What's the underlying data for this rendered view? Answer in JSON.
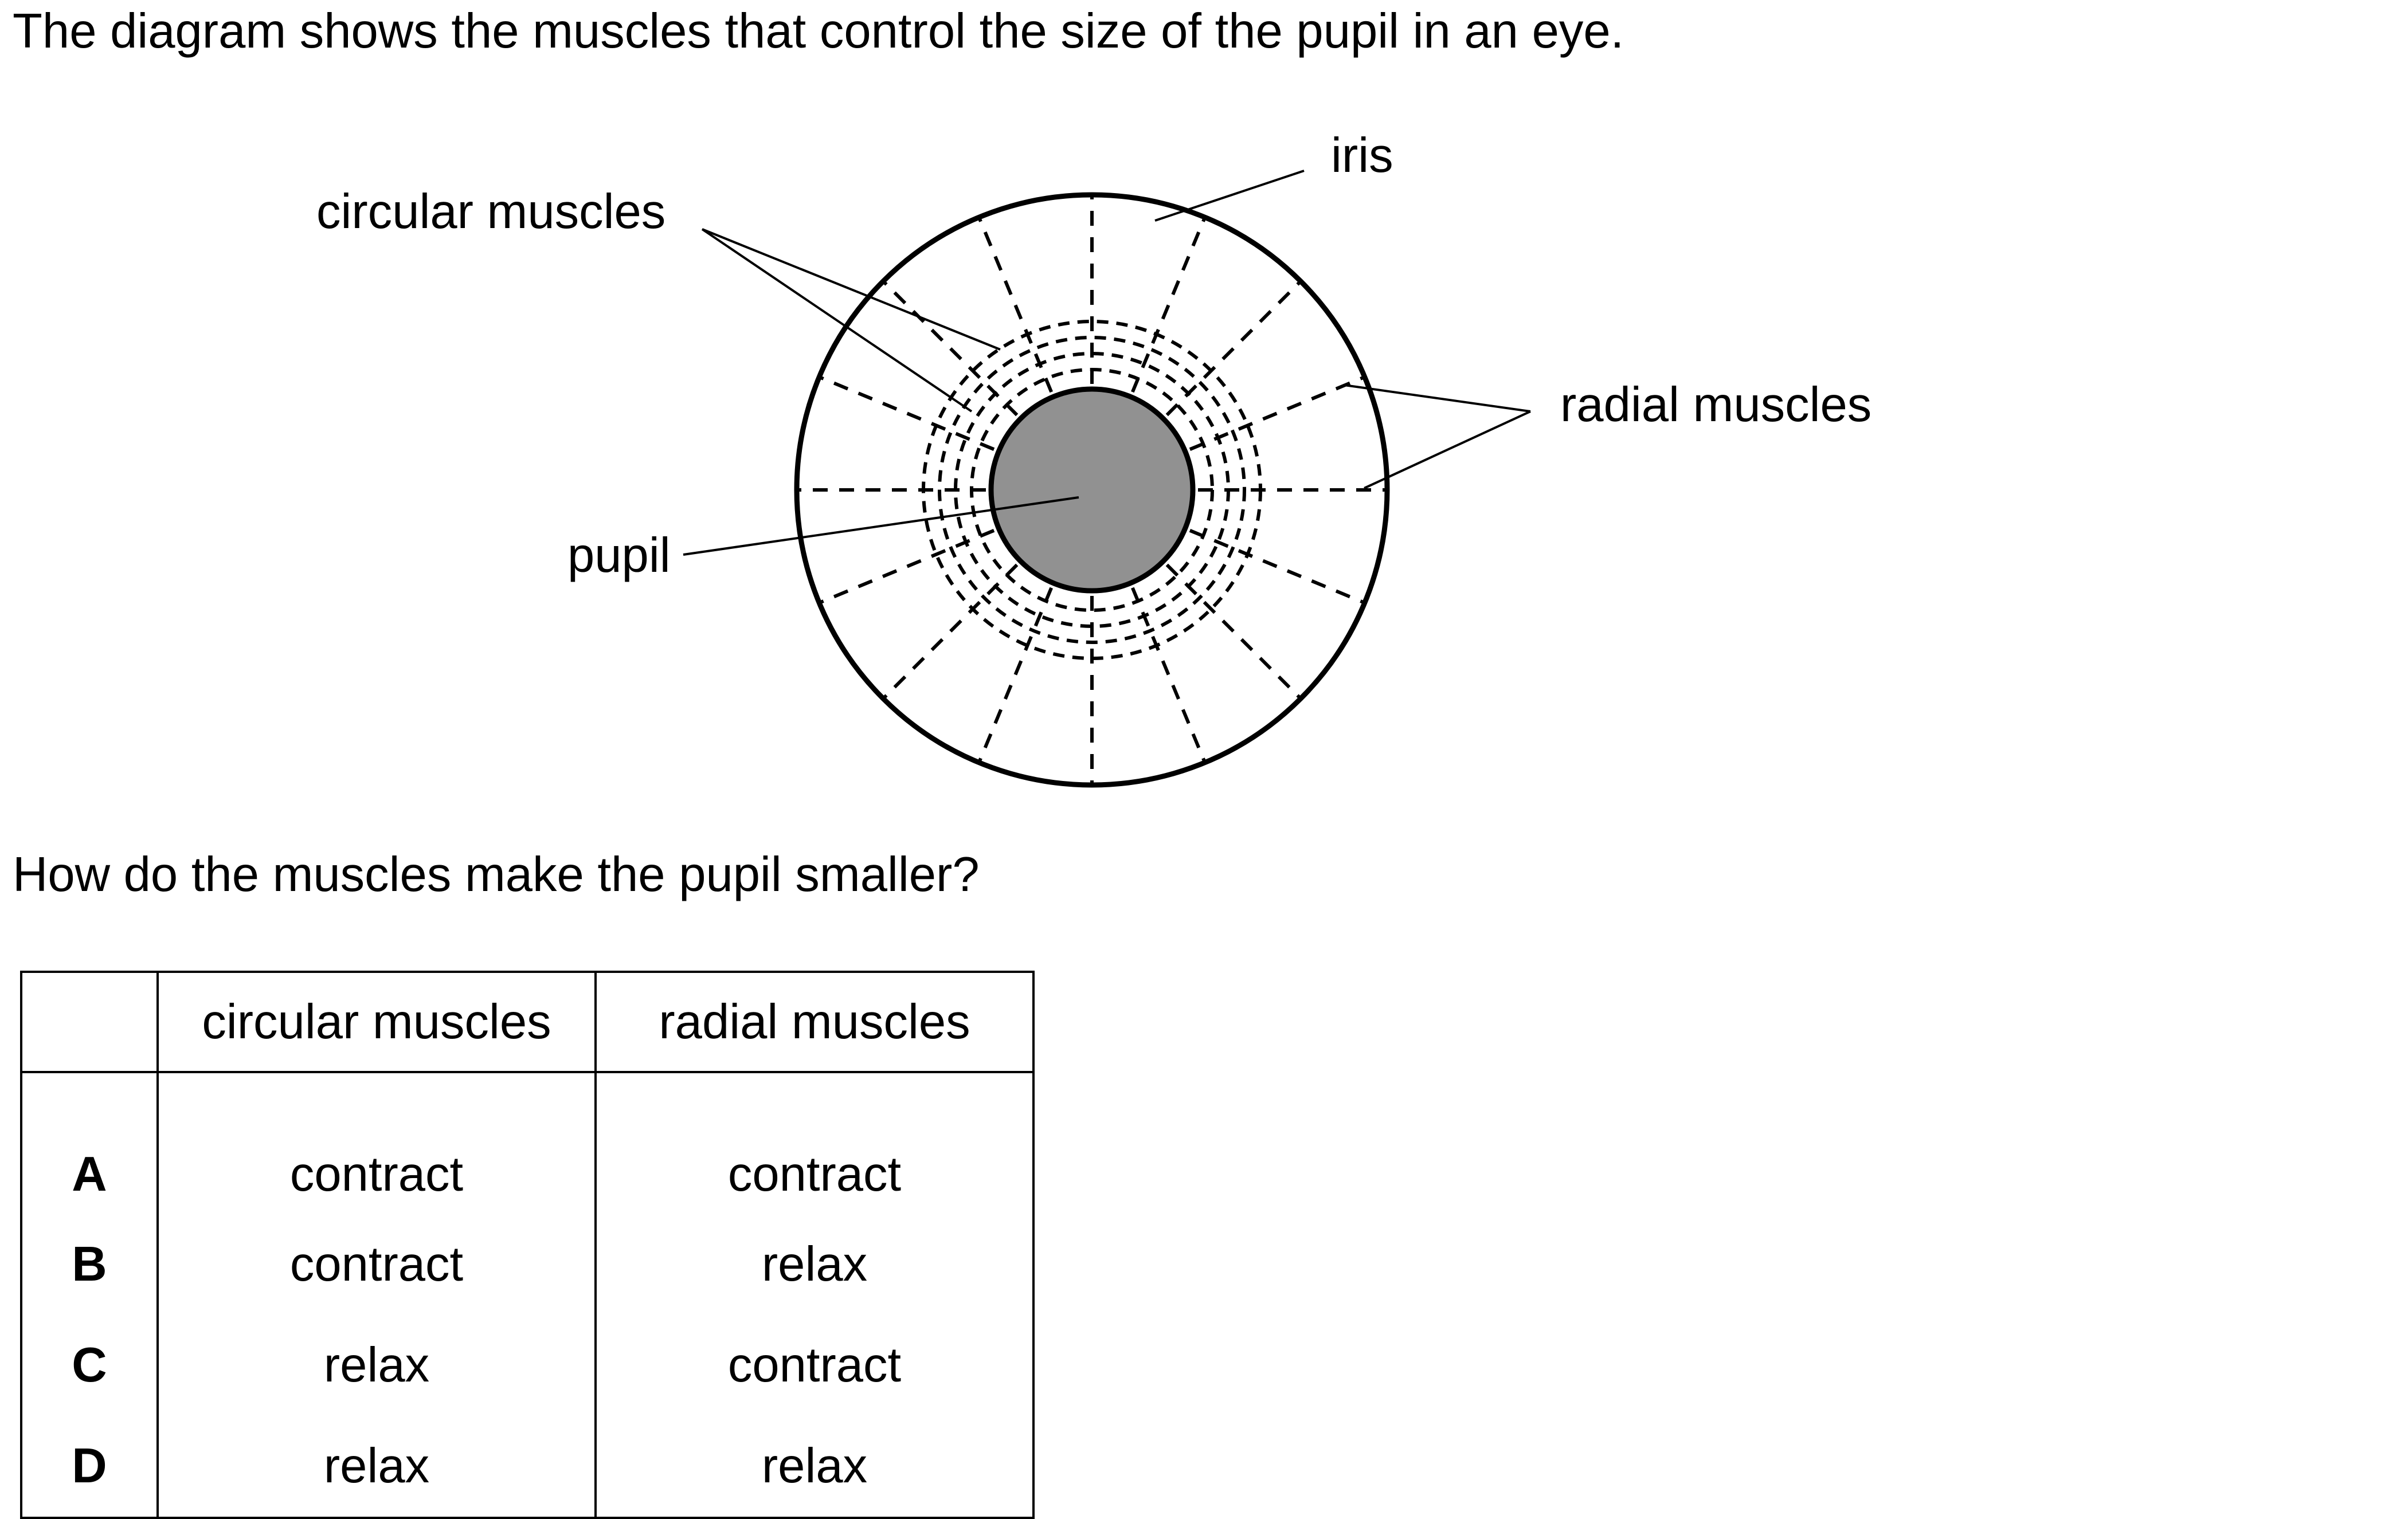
{
  "stem": "The diagram shows the muscles that control the size of the pupil in an eye.",
  "diagram": {
    "labels": {
      "circular": "circular muscles",
      "iris": "iris",
      "radial": "radial muscles",
      "pupil": "pupil"
    },
    "colors": {
      "pupil_fill": "#919191",
      "outline": "#000000"
    }
  },
  "question": "How do the muscles make the pupil smaller?",
  "table": {
    "headers": [
      "",
      "circular muscles",
      "radial muscles"
    ],
    "rows": [
      {
        "letter": "A",
        "circular": "contract",
        "radial": "contract"
      },
      {
        "letter": "B",
        "circular": "contract",
        "radial": "relax"
      },
      {
        "letter": "C",
        "circular": "relax",
        "radial": "contract"
      },
      {
        "letter": "D",
        "circular": "relax",
        "radial": "relax"
      }
    ]
  }
}
